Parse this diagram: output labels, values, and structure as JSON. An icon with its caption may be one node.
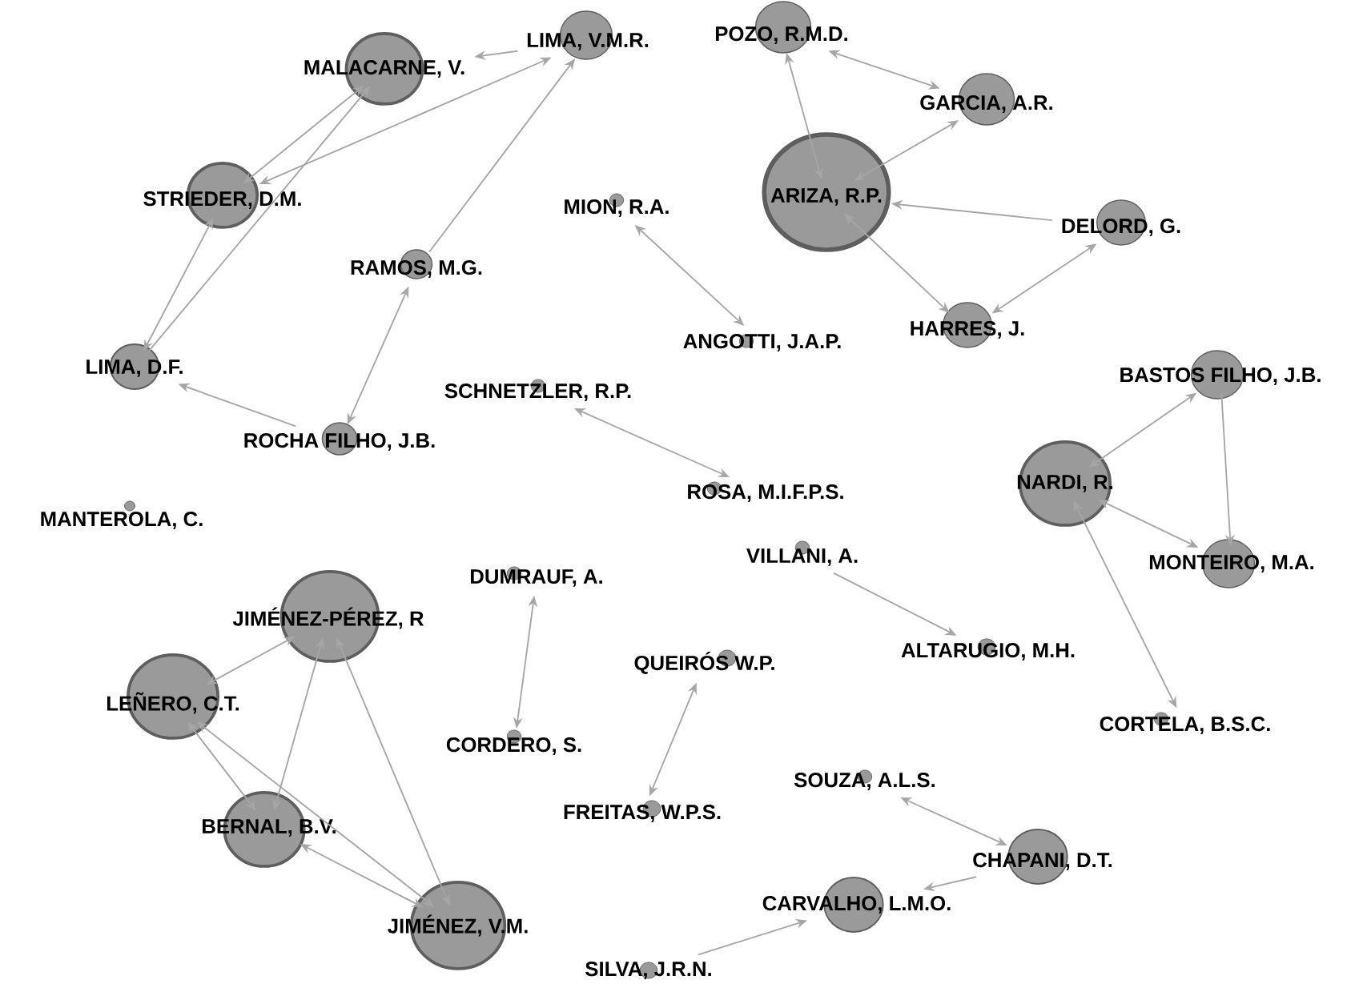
{
  "diagram": {
    "nodes": [
      {
        "text": [
          "MALACARNE, V."
        ]
      },
      {
        "text": [
          "LIMA, V.M.R."
        ]
      },
      {
        "text": [
          "STRIEDER, D.M."
        ]
      },
      {
        "text": [
          "RAMOS, M.G."
        ]
      },
      {
        "text": [
          "LIMA, D.F."
        ]
      },
      {
        "text": [
          "ROCHA FILHO, J.B."
        ]
      },
      {
        "text": [
          "MION, R.A."
        ]
      },
      {
        "text": [
          "ANGOTTI, J.A.P."
        ]
      },
      {
        "text": [
          "SCHNETZLER, R.P."
        ]
      },
      {
        "text": [
          "ROSA, M.I.F.P.S."
        ]
      },
      {
        "text": [
          "MANTEROLA, C."
        ]
      },
      {
        "text": [
          "POZO, R.M.D."
        ]
      },
      {
        "text": [
          "GARCIA, A.R."
        ]
      },
      {
        "text": [
          "ARIZA, R.P."
        ]
      },
      {
        "text": [
          "DELORD, G."
        ]
      },
      {
        "text": [
          "HARRES, J."
        ]
      },
      {
        "text": [
          "BASTOS FILHO, J.B."
        ]
      },
      {
        "text": [
          "NARDI, R."
        ]
      },
      {
        "text": [
          "MONTEIRO, M.A."
        ]
      },
      {
        "text": [
          "CORTELA, B.S.C."
        ]
      },
      {
        "text": [
          "VILLANI, A."
        ]
      },
      {
        "text": [
          "ALTARUGIO, M.H."
        ]
      },
      {
        "text": [
          "QUEIRÓS W.P."
        ]
      },
      {
        "text": [
          "FREITAS, W.P.S."
        ]
      },
      {
        "text": [
          "SOUZA, A.L.S."
        ]
      },
      {
        "text": [
          "CHAPANI, D.T."
        ]
      },
      {
        "text": [
          "CARVALHO, L.M.O."
        ]
      },
      {
        "text": [
          "SILVA, J.R.N."
        ]
      },
      {
        "text": [
          "DUMRAUF, A."
        ]
      },
      {
        "text": [
          "JIMÉNEZ-PÉREZ, R"
        ]
      },
      {
        "text": [
          "LEÑERO, C.T."
        ]
      },
      {
        "text": [
          "CORDERO, S."
        ]
      },
      {
        "text": [
          "BERNAL, B.V."
        ]
      },
      {
        "text": [
          "JIMÉNEZ, V.M."
        ]
      }
    ],
    "edges": [
      {
        "from": 1,
        "to": 0,
        "arrow": "to"
      },
      {
        "from": 0,
        "to": 2,
        "arrow": "both"
      },
      {
        "from": 1,
        "to": 2,
        "arrow": "both"
      },
      {
        "from": 4,
        "to": 0,
        "arrow": "to"
      },
      {
        "from": 2,
        "to": 4,
        "arrow": "both"
      },
      {
        "from": 3,
        "to": 1,
        "arrow": "to"
      },
      {
        "from": 3,
        "to": 5,
        "arrow": "both"
      },
      {
        "from": 5,
        "to": 4,
        "arrow": "to"
      },
      {
        "from": 6,
        "to": 7,
        "arrow": "both"
      },
      {
        "from": 8,
        "to": 9,
        "arrow": "both"
      },
      {
        "from": 11,
        "to": 13,
        "arrow": "both"
      },
      {
        "from": 11,
        "to": 12,
        "arrow": "both"
      },
      {
        "from": 12,
        "to": 13,
        "arrow": "both"
      },
      {
        "from": 14,
        "to": 13,
        "arrow": "to"
      },
      {
        "from": 13,
        "to": 15,
        "arrow": "both"
      },
      {
        "from": 14,
        "to": 15,
        "arrow": "both"
      },
      {
        "from": 17,
        "to": 16,
        "arrow": "both"
      },
      {
        "from": 16,
        "to": 18,
        "arrow": "to"
      },
      {
        "from": 17,
        "to": 18,
        "arrow": "both"
      },
      {
        "from": 17,
        "to": 19,
        "arrow": "both"
      },
      {
        "from": 20,
        "to": 21,
        "arrow": "to"
      },
      {
        "from": 22,
        "to": 23,
        "arrow": "both"
      },
      {
        "from": 24,
        "to": 25,
        "arrow": "both"
      },
      {
        "from": 25,
        "to": 26,
        "arrow": "to"
      },
      {
        "from": 27,
        "to": 26,
        "arrow": "to"
      },
      {
        "from": 28,
        "to": 31,
        "arrow": "both"
      },
      {
        "from": 29,
        "to": 30,
        "arrow": "both"
      },
      {
        "from": 29,
        "to": 32,
        "arrow": "both"
      },
      {
        "from": 29,
        "to": 33,
        "arrow": "both"
      },
      {
        "from": 30,
        "to": 32,
        "arrow": "both"
      },
      {
        "from": 30,
        "to": 33,
        "arrow": "both"
      },
      {
        "from": 32,
        "to": 33,
        "arrow": "both"
      }
    ]
  }
}
